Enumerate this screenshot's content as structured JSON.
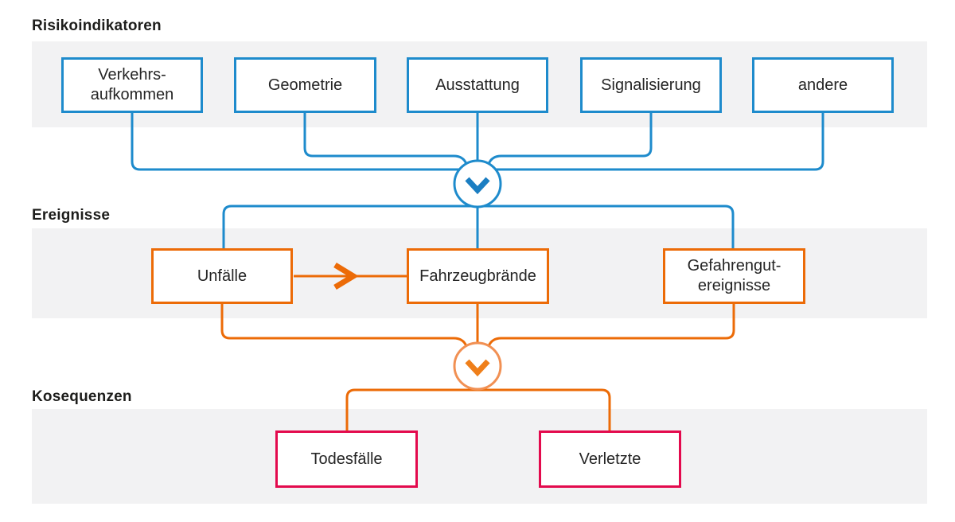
{
  "colors": {
    "blue": "#1e8bcc",
    "blue_dark": "#1b7ec2",
    "orange": "#ec6b07",
    "orange_mid": "#ef7f1a",
    "orange_light": "#f19053",
    "red": "#e30a4d",
    "band_gray": "#f2f2f3",
    "text_dark": "#1d1d1b"
  },
  "sections": {
    "risk": {
      "heading": "Risikoindikatoren",
      "items": [
        "Verkehrs-\naufkommen",
        "Geometrie",
        "Ausstattung",
        "Signalisierung",
        "andere"
      ]
    },
    "events": {
      "heading": "Ereignisse",
      "items": [
        "Unfälle",
        "Fahrzeugbrände",
        "Gefahrengut-\nereignisse"
      ]
    },
    "consequences": {
      "heading": "Kosequenzen",
      "items": [
        "Todesfälle",
        "Verletzte"
      ]
    }
  }
}
